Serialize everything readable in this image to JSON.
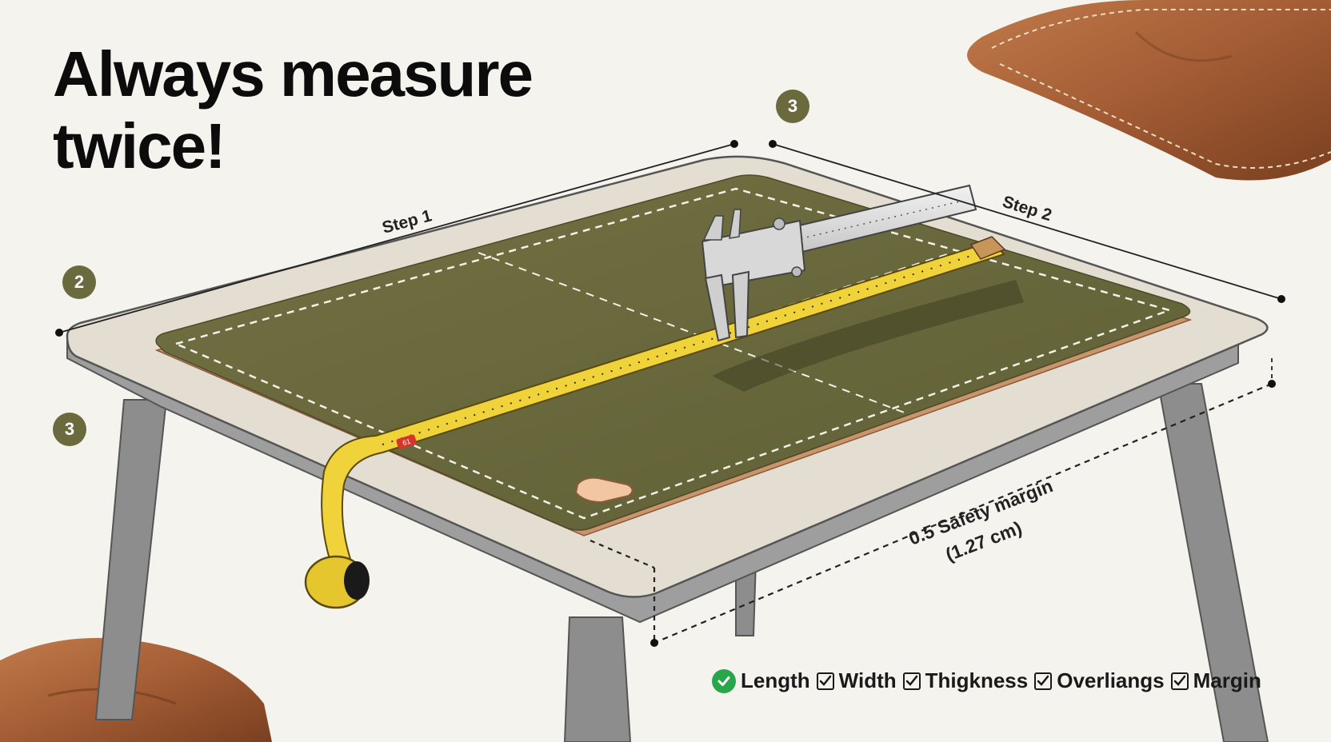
{
  "headline": {
    "line1": "Always measure",
    "line2": "twice!"
  },
  "steps": {
    "step1_label": "Step 1",
    "step2_label": "Step 2",
    "badge_top": "3",
    "badge_left_upper": "2",
    "badge_left_lower": "3"
  },
  "margin_note": {
    "line1": "0.5 Safety margin",
    "line2": "(1.27 cm)"
  },
  "tape_marker": "61",
  "checklist": {
    "items": [
      "Length",
      "Width",
      "Thigkness",
      "Overliangs",
      "Margin"
    ]
  },
  "colors": {
    "background": "#f4f3ee",
    "leather_mat": "#6b6b3c",
    "mat_edge": "#c9946a",
    "table_top": "#e4ddd2",
    "table_legs": "#8d8d8d",
    "tape": "#f0d33a",
    "badge": "#6b6a3e",
    "check_green": "#2aa64a",
    "cushion": "#a8613a"
  },
  "icons": [
    "tape-measure-icon",
    "caliper-icon",
    "check-circle-icon",
    "checkbox-icon"
  ]
}
